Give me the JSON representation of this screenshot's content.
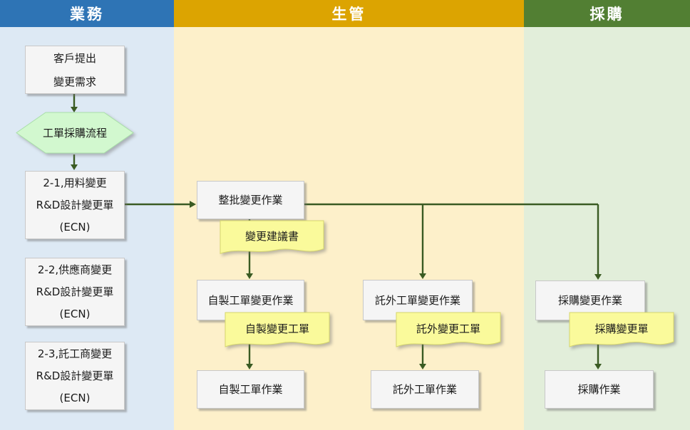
{
  "lanes": [
    {
      "id": "sales",
      "label": "業務"
    },
    {
      "id": "production",
      "label": "生管"
    },
    {
      "id": "purchasing",
      "label": "採購"
    }
  ],
  "nodes": {
    "customer_request": {
      "lines": [
        "客戶提出",
        "變更需求"
      ]
    },
    "work_order_purchase_flow": {
      "label": "工單採購流程"
    },
    "ecn_material": {
      "lines": [
        "2-1,用料變更",
        "R&D設計變更單",
        "(ECN)"
      ]
    },
    "ecn_supplier": {
      "lines": [
        "2-2,供應商變更",
        "R&D設計變更單",
        "(ECN)"
      ]
    },
    "ecn_outsourcing": {
      "lines": [
        "2-3,託工商變更",
        "R&D設計變更單",
        "(ECN)"
      ]
    },
    "batch_change": {
      "label": "整批變更作業"
    },
    "change_proposal_doc": {
      "label": "變更建議書"
    },
    "inhouse_change": {
      "label": "自製工單變更作業"
    },
    "inhouse_change_doc": {
      "label": "自製變更工單"
    },
    "inhouse_operation": {
      "label": "自製工單作業"
    },
    "outsource_change": {
      "label": "託外工單變更作業"
    },
    "outsource_change_doc": {
      "label": "託外變更工單"
    },
    "outsource_operation": {
      "label": "託外工單作業"
    },
    "purchase_change": {
      "label": "採購變更作業"
    },
    "purchase_change_doc": {
      "label": "採購變更單"
    },
    "purchase_operation": {
      "label": "採購作業"
    }
  },
  "colors": {
    "sales_header": "#2E74B5",
    "sales_lane_bg": "#DDE9F4",
    "production_header": "#DCA401",
    "production_lane_bg": "#FDF0CA",
    "purchasing_header": "#527F33",
    "purchasing_lane_bg": "#E2EEDA",
    "connector": "#3A5B23",
    "process_box_bg": "#F5F5F5",
    "document_bg": "#FAFA9B",
    "terminator_bg": "#D2F8CF"
  }
}
